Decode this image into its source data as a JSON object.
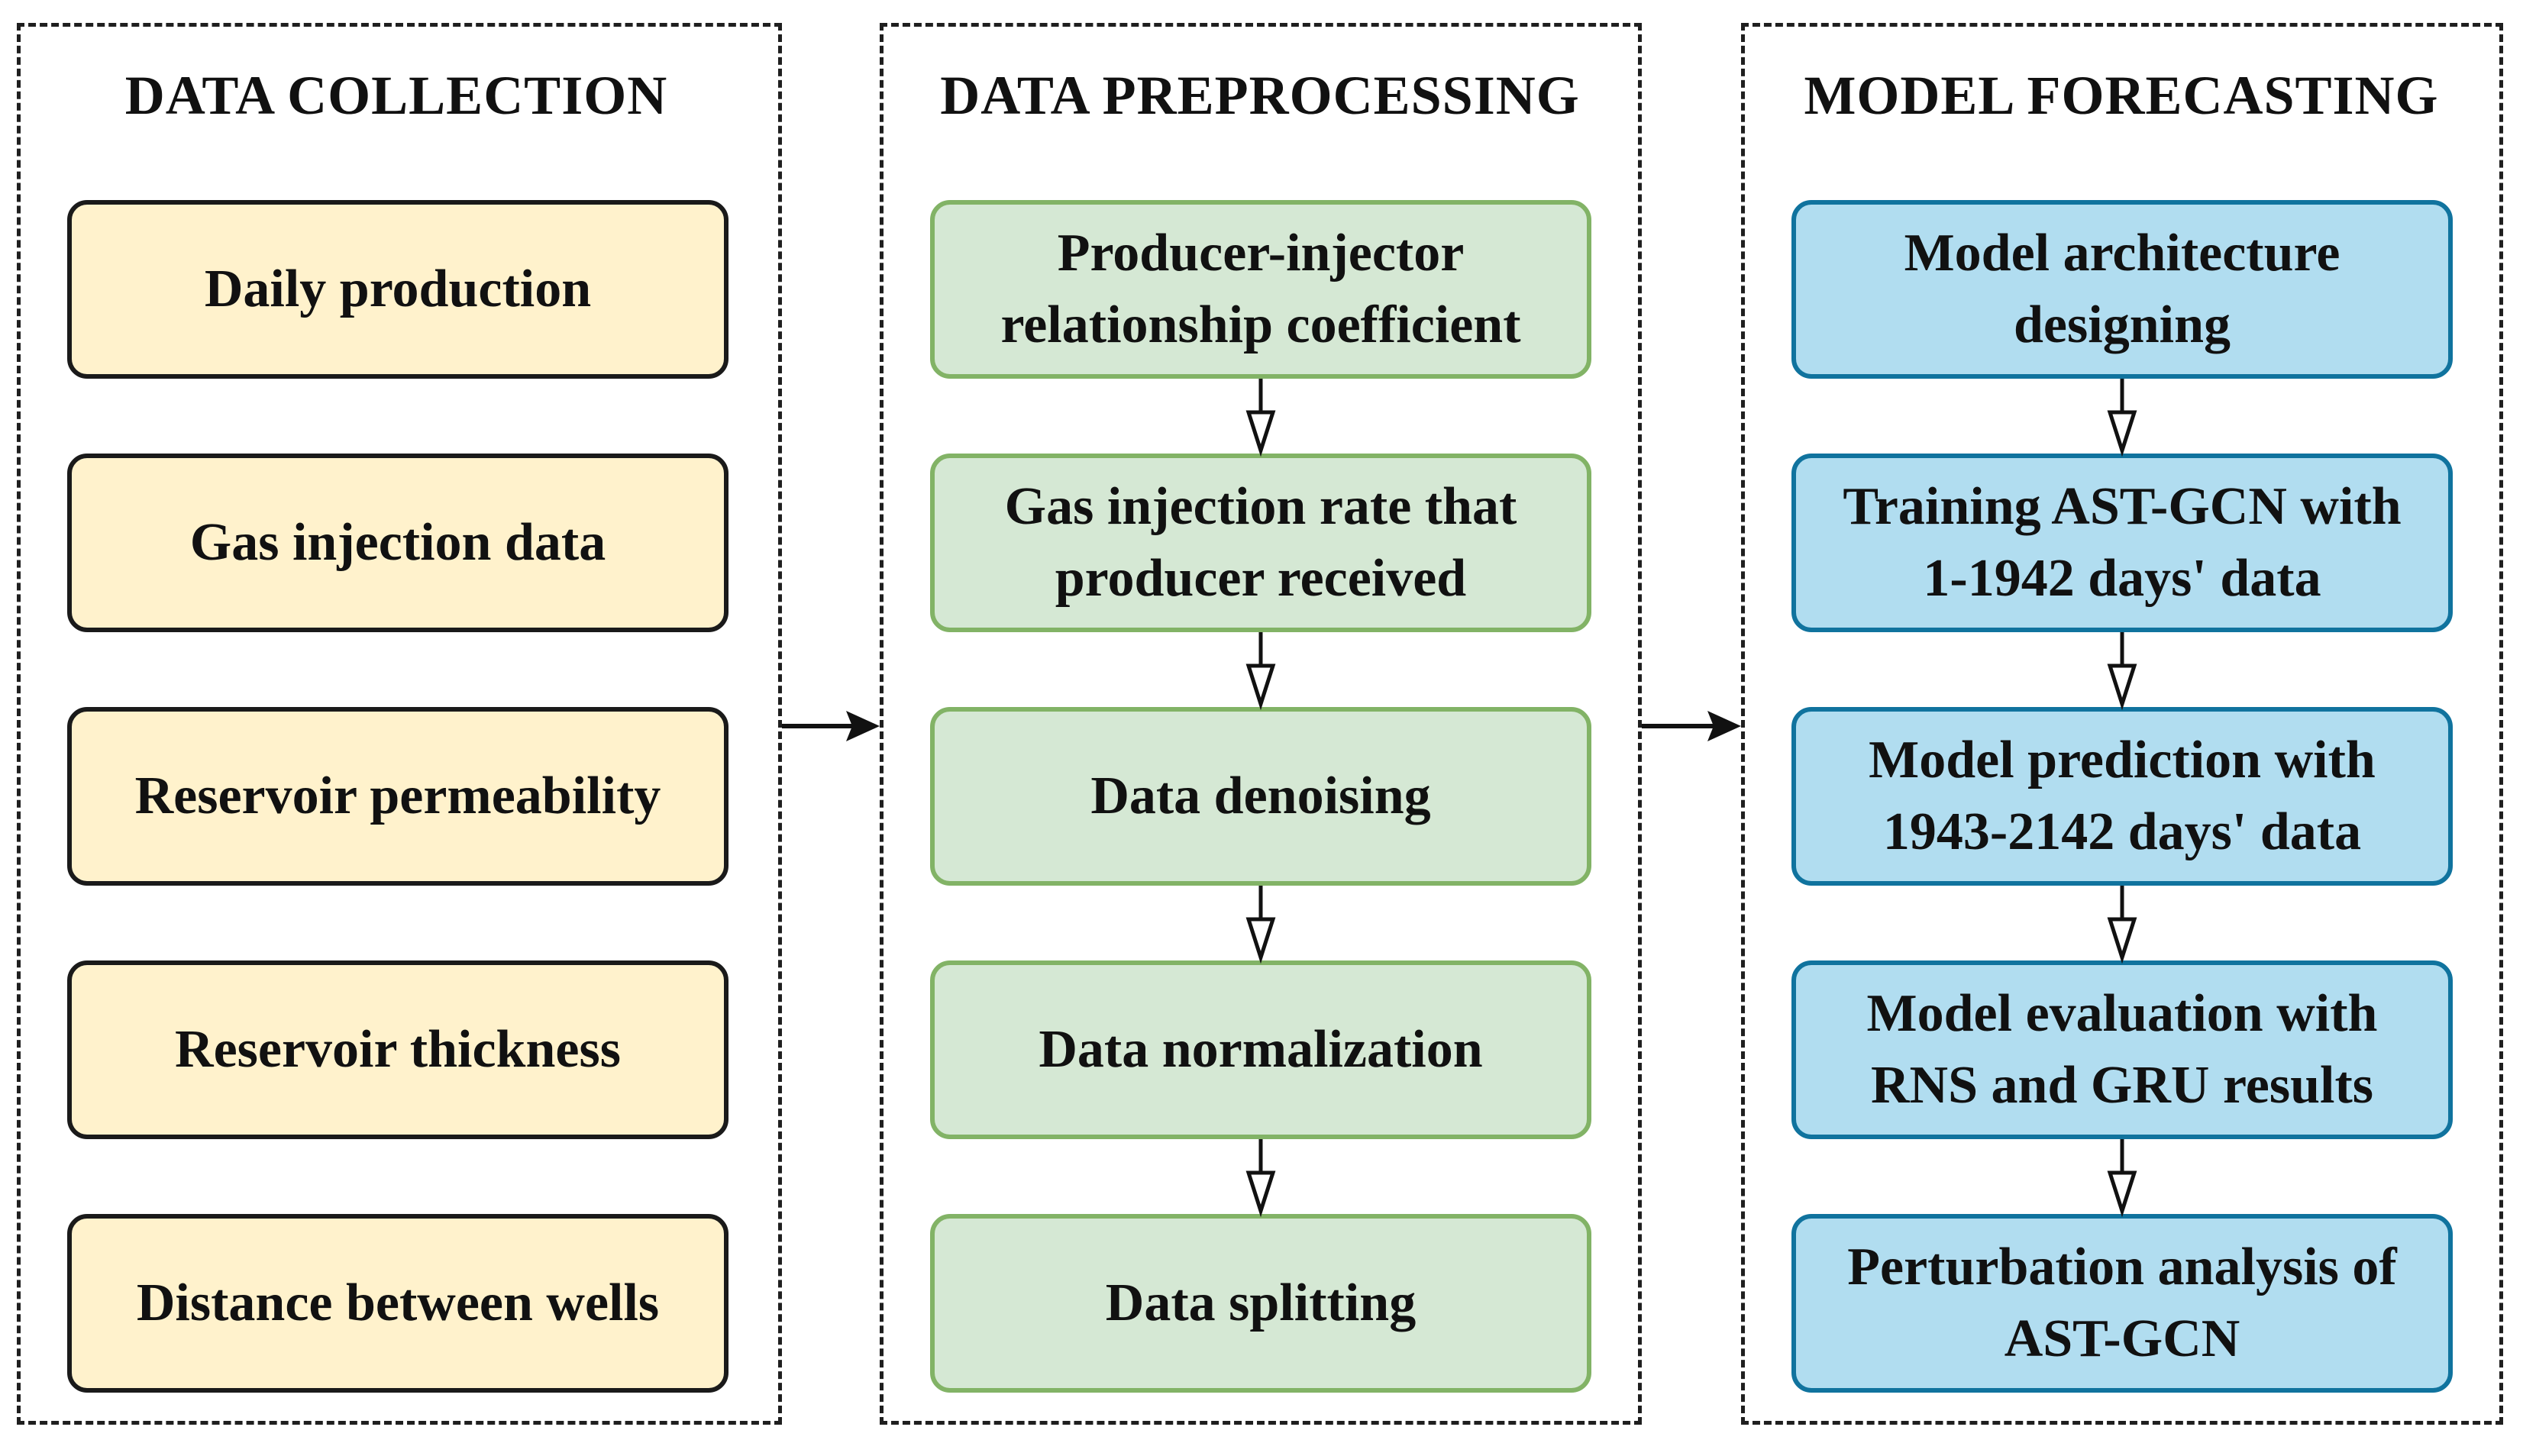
{
  "panels": [
    {
      "title": "DATA COLLECTION",
      "boxes": [
        "Daily production",
        "Gas injection data",
        "Reservoir permeability",
        "Reservoir thickness",
        "Distance between wells"
      ]
    },
    {
      "title": "DATA PREPROCESSING",
      "boxes": [
        [
          "Producer-injector",
          "relationship coefficient"
        ],
        [
          "Gas injection rate that",
          "producer received"
        ],
        "Data denoising",
        "Data normalization",
        "Data splitting"
      ]
    },
    {
      "title": "MODEL FORECASTING",
      "boxes": [
        [
          "Model architecture",
          "designing"
        ],
        [
          "Training AST-GCN with",
          "1-1942 days' data"
        ],
        [
          "Model prediction with",
          "1943-2142 days' data"
        ],
        [
          "Model evaluation with",
          "RNS and GRU results"
        ],
        [
          "Perturbation analysis of",
          "AST-GCN"
        ]
      ]
    }
  ],
  "colors": {
    "collection_fill": "#fff2cc",
    "collection_stroke": "#1a1a1a",
    "preprocessing_fill": "#d5e8d4",
    "preprocessing_stroke": "#82b366",
    "forecasting_fill": "#b1ddf0",
    "forecasting_stroke": "#10739e"
  }
}
